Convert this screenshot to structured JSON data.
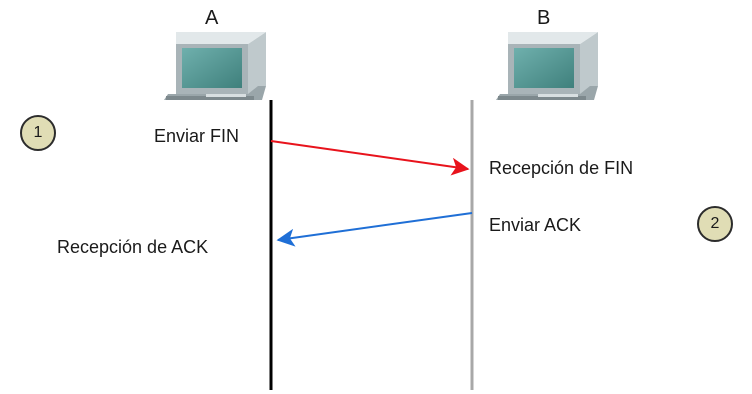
{
  "hosts": {
    "a": {
      "name": "A",
      "icon": "computer-icon"
    },
    "b": {
      "name": "B",
      "icon": "computer-icon"
    }
  },
  "steps": {
    "one": "1",
    "two": "2"
  },
  "messages": {
    "a_send": "Enviar FIN",
    "b_receive": "Recepción de FIN",
    "b_send": "Enviar ACK",
    "a_receive": "Recepción de ACK"
  },
  "colors": {
    "fin_arrow": "#e8131c",
    "ack_arrow": "#1f6fd6",
    "timeline_a": "#000000",
    "timeline_b": "#a8a8a8",
    "step_fill": "#e0ddb5"
  }
}
